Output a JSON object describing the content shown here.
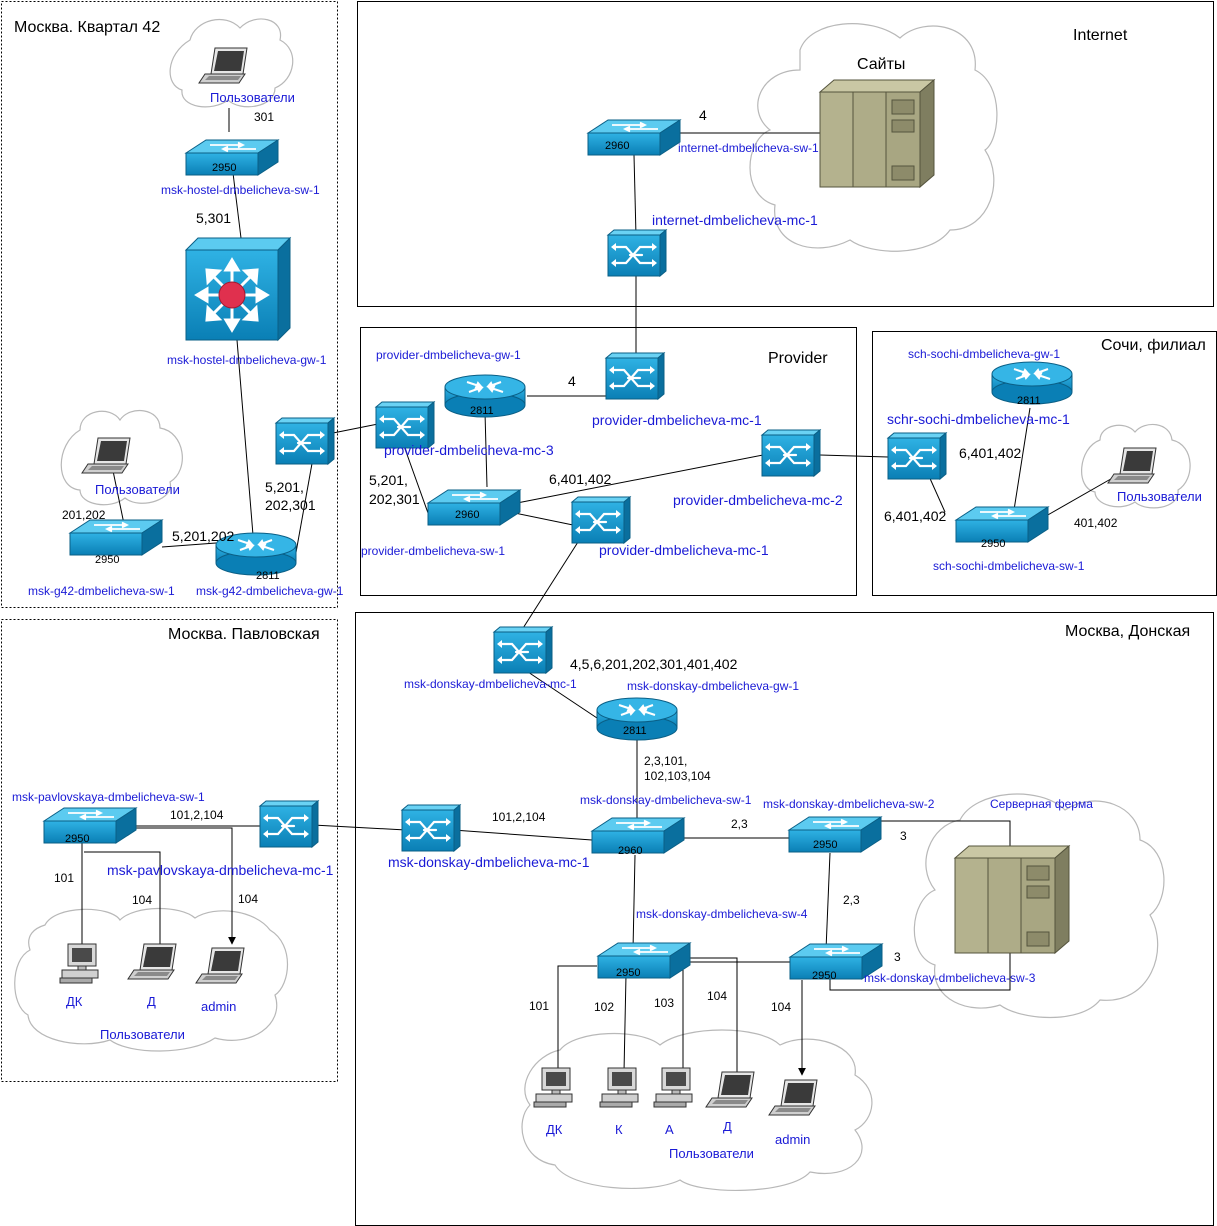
{
  "zones": {
    "kvartal42": "Москва. Квартал 42",
    "internet": "Internet",
    "provider": "Provider",
    "sochi": "Сочи, филиал",
    "pavlovskaya": "Москва. Павловская",
    "donskaya": "Москва, Донская"
  },
  "devices": {
    "internet_sw1": {
      "name": "internet-dmbelicheva-sw-1",
      "model": "2960"
    },
    "internet_mc1": {
      "name": "internet-dmbelicheva-mc-1"
    },
    "sites": "Сайты",
    "server_farm": "Серверная ферма",
    "hostel_sw1": {
      "name": "msk-hostel-dmbelicheva-sw-1",
      "model": "2950"
    },
    "hostel_gw1": {
      "name": "msk-hostel-dmbelicheva-gw-1"
    },
    "g42_sw1": {
      "name": "msk-g42-dmbelicheva-sw-1",
      "model": "2950"
    },
    "g42_gw1": {
      "name": "msk-g42-dmbelicheva-gw-1",
      "model": "2811"
    },
    "provider_gw1": {
      "name": "provider-dmbelicheva-gw-1",
      "model": "2811"
    },
    "provider_mc1_top": {
      "name": "provider-dmbelicheva-mc-1"
    },
    "provider_mc1_bottom": {
      "name": "provider-dmbelicheva-mc-1"
    },
    "provider_mc2": {
      "name": "provider-dmbelicheva-mc-2"
    },
    "provider_mc3": {
      "name": "provider-dmbelicheva-mc-3"
    },
    "provider_sw1": {
      "name": "provider-dmbelicheva-sw-1",
      "model": "2960"
    },
    "sochi_gw1": {
      "name": "sch-sochi-dmbelicheva-gw-1",
      "model": "2811"
    },
    "sochi_mc1": {
      "name": "schr-sochi-dmbelicheva-mc-1"
    },
    "sochi_sw1": {
      "name": "sch-sochi-dmbelicheva-sw-1",
      "model": "2950"
    },
    "pav_sw1": {
      "name": "msk-pavlovskaya-dmbelicheva-sw-1",
      "model": "2950"
    },
    "pav_mc1": {
      "name": "msk-pavlovskaya-dmbelicheva-mc-1"
    },
    "don_mc1_top": {
      "name": "msk-donskay-dmbelicheva-mc-1"
    },
    "don_mc1_mid": {
      "name": "msk-donskay-dmbelicheva-mc-1"
    },
    "don_gw1": {
      "name": "msk-donskay-dmbelicheva-gw-1",
      "model": "2811"
    },
    "don_sw1": {
      "name": "msk-donskay-dmbelicheva-sw-1",
      "model": "2960"
    },
    "don_sw2": {
      "name": "msk-donskay-dmbelicheva-sw-2",
      "model": "2950"
    },
    "don_sw3": {
      "name": "msk-donskay-dmbelicheva-sw-3",
      "model": "2950"
    },
    "don_sw4": {
      "name": "msk-donskay-dmbelicheva-sw-4",
      "model": "2950"
    }
  },
  "users": {
    "kv42_top": "Пользователи",
    "kv42_left": "Пользователи",
    "sochi": "Пользователи",
    "pav": "Пользователи",
    "don": "Пользователи"
  },
  "hosts": {
    "pav_dk": "ДК",
    "pav_d": "Д",
    "pav_admin": "admin",
    "don_dk": "ДК",
    "don_k": "К",
    "don_a": "А",
    "don_d": "Д",
    "don_admin": "admin"
  },
  "vlans": {
    "internet_sw_sites": "4",
    "hostel_sw_users": "301",
    "hostel_gw_sw": "5,301",
    "g42_sw_users": "201,202",
    "g42_gw_sw": "5,201,202",
    "g42_gw_mc_a": "5,201,",
    "g42_gw_mc_b": "202,301",
    "provider_gw_mc1": "4",
    "provider_sw_mc3_a": "5,201,",
    "provider_sw_mc3_b": "202,301",
    "provider_sw_mc2": "6,401,402",
    "sochi_mc_a": "6,401,402",
    "sochi_mc_b": "6,401,402",
    "sochi_users": "401,402",
    "don_mc_gw": "4,5,6,201,202,301,401,402",
    "don_gw_sw_a": "2,3,101,",
    "don_gw_sw_b": "102,103,104",
    "pav_trunk": "101,2,104",
    "don_trunk": "101,2,104",
    "don_sw1_sw2": "2,3",
    "don_sw2_farm": "3",
    "don_sw2_sw3": "2,3",
    "don_sw3_farm": "3",
    "pav_101": "101",
    "pav_104a": "104",
    "pav_104b": "104",
    "don_101": "101",
    "don_102": "102",
    "don_103": "103",
    "don_104a": "104",
    "don_104b": "104"
  }
}
